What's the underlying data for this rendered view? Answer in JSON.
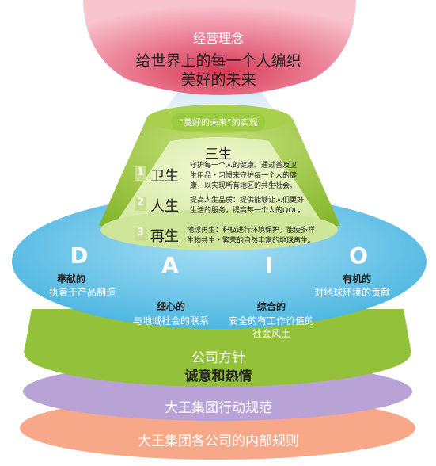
{
  "philosophy": {
    "heading": "经营理念",
    "line1": "给世界上的每一个人编织",
    "line2": "美好的未来"
  },
  "realization": {
    "badge": "“美好的未来”的实现",
    "title": "三生",
    "items": [
      {
        "num": "1",
        "name": "卫生",
        "desc1": "守护每一个人的健康。通过普及卫",
        "desc2": "生用品・习惯来守护每一个人的健",
        "desc3": "康，以实现所有地区的共生社会。"
      },
      {
        "num": "2",
        "name": "人生",
        "desc1": "提高人生品质：提供能够让人们更好",
        "desc2": "生活的服务，提高每一个人的QOL。"
      },
      {
        "num": "3",
        "name": "再生",
        "desc1": "地球再生：积极进行环境保护，能使多样",
        "desc2": "生物共生・繁荣的自然丰富的地球再生。"
      }
    ]
  },
  "daio": {
    "letters": [
      "D",
      "A",
      "I",
      "O"
    ],
    "d_title": "奉献的",
    "d_desc": "执着于产品制造",
    "a_title": "细心的",
    "a_desc": "与地域社会的联系",
    "i_title": "综合的",
    "i_desc1": "安全的有工作价值的",
    "i_desc2": "社会风土",
    "o_title": "有机的",
    "o_desc": "对地球环境的贡献"
  },
  "policy": {
    "line1": "公司方针",
    "line2": "诚意和热情"
  },
  "code": "大王集团行动规范",
  "rules": "大王集团各公司的内部规则",
  "colors": {
    "pink": "#f0a1b1",
    "green": "#97c23c",
    "lightgreen": "#dff0b0",
    "blue": "#49b8e3",
    "purple": "#b39bd1",
    "orange": "#f5a07b"
  }
}
